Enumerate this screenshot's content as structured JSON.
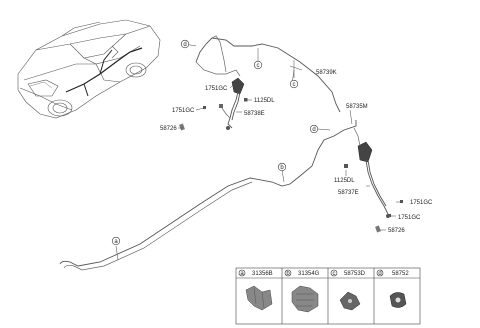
{
  "parts": {
    "p58739K": "58739K",
    "p58735M": "58735M",
    "p1751GC_a": "1751GC",
    "p1125DL_a": "1125DL",
    "p1751GC_b": "1751GC",
    "p58738E": "58738E",
    "p58726_a": "58726",
    "p1125DL_b": "1125DL",
    "p58737E": "58737E",
    "p1751GC_c": "1751GC",
    "p1751GC_d": "1751GC",
    "p58726_b": "58726"
  },
  "callouts": {
    "a": "a",
    "b": "b",
    "c1": "c",
    "c2": "c",
    "d1": "d",
    "d2": "d"
  },
  "table": [
    {
      "letter": "a",
      "part": "31356B"
    },
    {
      "letter": "b",
      "part": "31354G"
    },
    {
      "letter": "c",
      "part": "58753D"
    },
    {
      "letter": "d",
      "part": "58752"
    }
  ]
}
